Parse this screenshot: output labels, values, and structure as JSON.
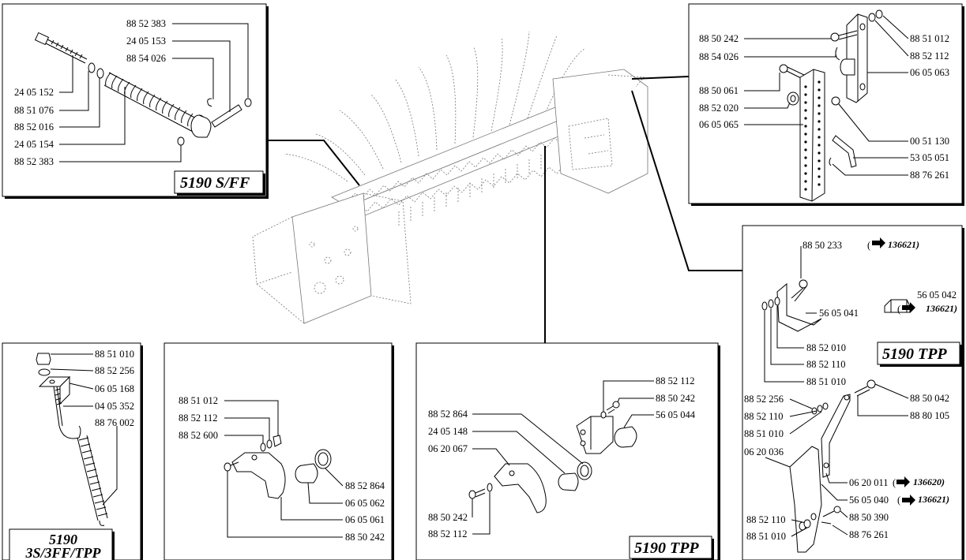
{
  "panels": {
    "top_left": {
      "title": "5190 S/FF",
      "labels": [
        "88 52 383",
        "24 05 153",
        "88 54 026",
        "24 05 152",
        "88 51 076",
        "88 52 016",
        "24 05 154",
        "88 52 383"
      ]
    },
    "top_right": {
      "labels": [
        "88 50 242",
        "88 54 026",
        "88 50 061",
        "88 52 020",
        "06 05 065",
        "88 51 012",
        "88 52 112",
        "06 05 063",
        "00 51 130",
        "53 05 051",
        "88 76 261"
      ]
    },
    "right_mid": {
      "title": "5190 TPP",
      "labels": [
        "88 50 233",
        "56 05 041",
        "88 52 010",
        "88 52 110",
        "88 51 010",
        "56 05 042"
      ],
      "refs": [
        "136621)",
        "136621)"
      ],
      "ref_open": "(",
      "ref_open2": "("
    },
    "right_low": {
      "labels": [
        "88 52 256",
        "88 52 110",
        "88 51 010",
        "06 20 036",
        "88 50 042",
        "88 80 105",
        "06 20 011",
        "56 05 040",
        "88 50 390",
        "88 52 110",
        "88 51 010",
        "88 76 261"
      ],
      "refs": [
        "136620)",
        "136621)"
      ]
    },
    "bottom_left": {
      "title_line1": "5190",
      "title_line2": "3S/3FF/TPP",
      "labels": [
        "88 51 010",
        "88 52 256",
        "06 05 168",
        "04 05 352",
        "88 76 002"
      ]
    },
    "bottom_mid": {
      "labels": [
        "88 51 012",
        "88 52 112",
        "88 52 600",
        "88 52 864",
        "06 05 062",
        "06 05 061",
        "88 50 242"
      ]
    },
    "bottom_center": {
      "title": "5190 TPP",
      "labels": [
        "88 52 112",
        "88 50 242",
        "56 05 044",
        "88 52 864",
        "24 05 148",
        "06 20 067",
        "88 50 242",
        "88 52 112"
      ]
    }
  }
}
